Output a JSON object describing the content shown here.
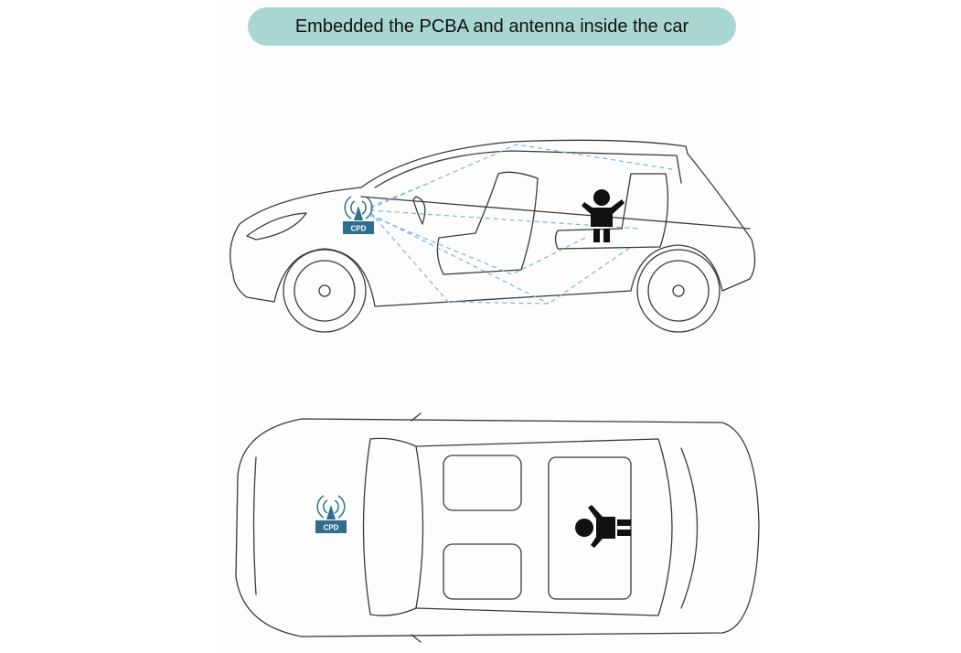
{
  "title": "Embedded the PCBA and antenna inside the car",
  "side_view": {
    "module_label": "CPD"
  },
  "top_view": {
    "module_label": "CPD"
  },
  "colors": {
    "title_bg": "#a9d6d0",
    "module": "#2e6f8e",
    "signal": "#7fb1dc"
  }
}
